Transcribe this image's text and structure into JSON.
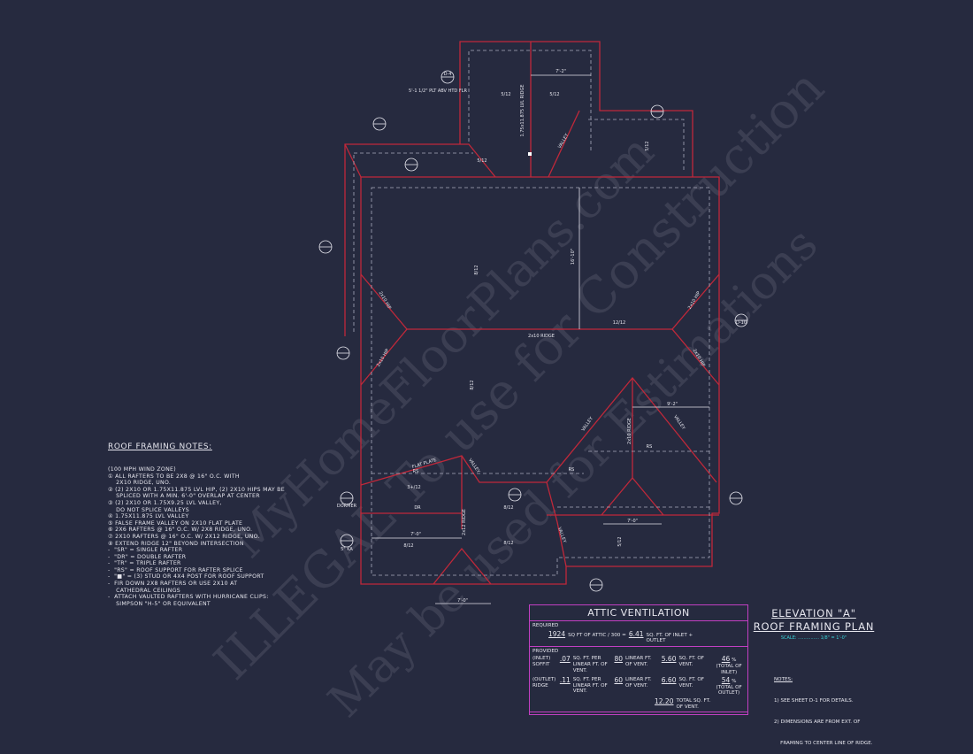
{
  "colors": {
    "background": "#262a3f",
    "wall": "#c0283a",
    "dashed": "#a9abbd",
    "ventilation_box": "#c23fc2",
    "scale": "#39d3d8"
  },
  "watermark": [
    "ILLEGAL To use for Construction",
    "MyHomeFloorPlans.com",
    "May be used for Estimations"
  ],
  "plan_labels": [
    "7'-2\"",
    "1.75x11.875 LVL RIDGE",
    "5/12",
    "5/12",
    "VALLEY",
    "5/12",
    "5/12",
    "16'-10\"",
    "8/12",
    "2x10 RIDGE",
    "2x10 HIP",
    "2x10 HIP",
    "2x10 HIP",
    "2x10 HIP",
    "8/12",
    "8/12",
    "9'-2\"",
    "2x10 RIDGE",
    "VALLEY",
    "VALLEY",
    "RS",
    "RS",
    "RS",
    "FLAT PLATE",
    "VALLEY",
    "3+/12",
    "DR",
    "2x12 RIDGE",
    "7'-0\"",
    "8/12",
    "8/12",
    "7'-0\"",
    "VALLEY",
    "5/12",
    "7'-0\"",
    "DORMER",
    "5\" KA",
    "5'-1 1/2\" PLT ABV HTD FLR",
    "D-10",
    "D-4",
    "12/12"
  ],
  "notes": {
    "title": "ROOF FRAMING NOTES:",
    "lines": [
      "(100 MPH WIND ZONE)",
      "① ALL RAFTERS TO BE 2x8 @ 16\" O.C. WITH",
      "    2x10 RIDGE, UNO.",
      "② (2) 2x10 OR 1.75x11.875 LVL HIP, (2) 2x10 HIPS MAY BE",
      "    SPLICED WITH A MIN. 6'-0\" OVERLAP AT CENTER",
      "③ (2) 2x10 OR 1.75x9.25 LVL VALLEY,",
      "    DO NOT SPLICE VALLEYS",
      "④ 1.75x11.875 LVL VALLEY",
      "⑤ FALSE FRAME VALLEY ON 2x10 FLAT PLATE",
      "⑥ 2x6 RAFTERS @ 16\" O.C. W/ 2x8 RIDGE, UNO.",
      "⑦ 2x10 RAFTERS @ 16\" O.C. W/ 2x12 RIDGE, UNO.",
      "⑧ EXTEND RIDGE 12\" BEYOND INTERSECTION",
      "-  \"SR\" = SINGLE RAFTER",
      "-  \"DR\" = DOUBLE RAFTER",
      "-  \"TR\" = TRIPLE RAFTER",
      "-  \"RS\" = ROOF SUPPORT FOR RAFTER SPLICE",
      "-  \"■\" = (3) STUD OR 4x4 POST FOR ROOF SUPPORT",
      "-  FIR DOWN 2x8 RAFTERS OR USE 2x10 AT",
      "    CATHEDRAL CEILINGS",
      "-  ATTACH VAULTED RAFTERS WITH HURRICANE CLIPS:",
      "    SIMPSON \"H-5\" OR EQUIVALENT"
    ]
  },
  "attic_ventilation": {
    "title": "ATTIC VENTILATION",
    "required_label": "REQUIRED",
    "attic_sqft": "1924",
    "attic_text": "SQ FT OF ATTIC / 300 =",
    "required_vent": "6.41",
    "required_unit": "SQ. FT. OF INLET + OUTLET",
    "provided_label": "PROVIDED",
    "inlet_label": "(INLET) SOFFIT",
    "soffit_rate": ".07",
    "soffit_linear": "80",
    "soffit_vent": "5.60",
    "inlet_pct": "46",
    "inlet_pct_label": "(TOTAL OF INLET)",
    "outlet_label": "(OUTLET) RIDGE",
    "ridge_rate": ".11",
    "ridge_linear": "60",
    "ridge_vent": "6.60",
    "outlet_pct": "54",
    "outlet_pct_label": "(TOTAL OF OUTLET)",
    "per_text": "SQ. FT. PER LINEAR FT. OF VENT.",
    "linear_text": "LINEAR FT. OF VENT.",
    "sqft_text": "SQ. FT. OF VENT.",
    "pct": "%",
    "total": "12.20",
    "total_text": "TOTAL SQ. FT. OF VENT."
  },
  "title_block": {
    "line1": "ELEVATION \"A\"",
    "line2": "ROOF FRAMING PLAN",
    "scale": "SCALE: ............... 1/8\" = 1'-0\""
  },
  "right_notes": {
    "title": "NOTES:",
    "lines": [
      "1) SEE SHEET D-1 FOR DETAILS.",
      "2) DIMENSIONS ARE FROM EXT. OF",
      "    FRAMING TO CENTER LINE OF RIDGE."
    ]
  }
}
